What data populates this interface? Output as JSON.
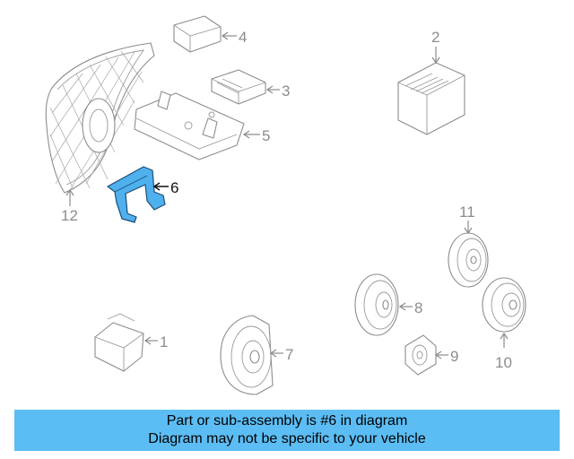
{
  "diagram": {
    "highlighted_part": "6",
    "callouts": {
      "c1": "1",
      "c2": "2",
      "c3": "3",
      "c4": "4",
      "c5": "5",
      "c6": "6",
      "c7": "7",
      "c8": "8",
      "c9": "9",
      "c10": "10",
      "c11": "11",
      "c12": "12"
    },
    "colors": {
      "highlight_fill": "#4fb0ee",
      "line_art": "#8c8c8c",
      "banner": "#5bbdf4"
    }
  },
  "banner": {
    "line1": "Part or sub-assembly is #6 in diagram",
    "line2": "Diagram may not be specific to your vehicle"
  }
}
